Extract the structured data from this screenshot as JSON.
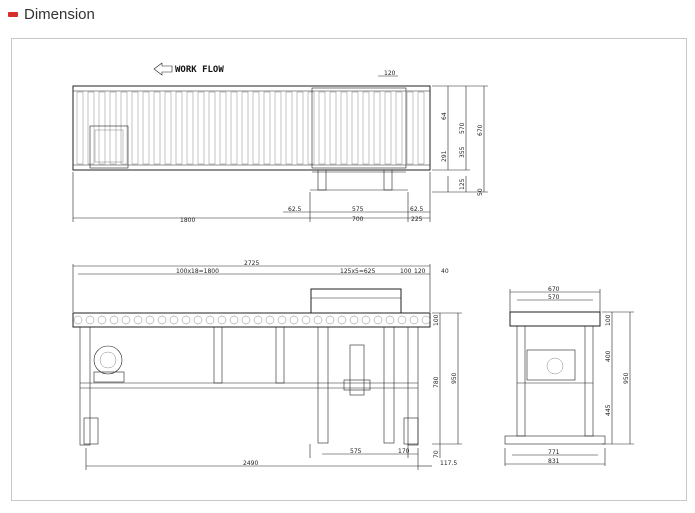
{
  "header": {
    "title": "Dimension"
  },
  "drawing": {
    "flow_label": "WORK FLOW",
    "top_view": {
      "small_dim": "120",
      "d_1800": "1800",
      "d_62_5_left": "62.5",
      "d_575": "575",
      "d_62_5_right": "62.5",
      "d_700": "700",
      "d_225": "225",
      "d_64": "64",
      "d_570": "570",
      "d_670": "670",
      "d_355": "355",
      "d_291": "291",
      "d_125": "125",
      "d_50": "50"
    },
    "front_view": {
      "d_2725": "2725",
      "d_100x18": "100x18=1800",
      "d_125x5": "125x5=625",
      "d_100": "100",
      "d_120": "120",
      "d_40": "40",
      "d_100v": "100",
      "d_780": "780",
      "d_950": "950",
      "d_575": "575",
      "d_170": "170",
      "d_2490": "2490",
      "d_70": "70",
      "d_117_5": "117.5"
    },
    "side_view": {
      "d_670": "670",
      "d_570": "570",
      "d_100": "100",
      "d_400": "400",
      "d_950": "950",
      "d_445": "445",
      "d_771": "771",
      "d_831": "831"
    }
  }
}
